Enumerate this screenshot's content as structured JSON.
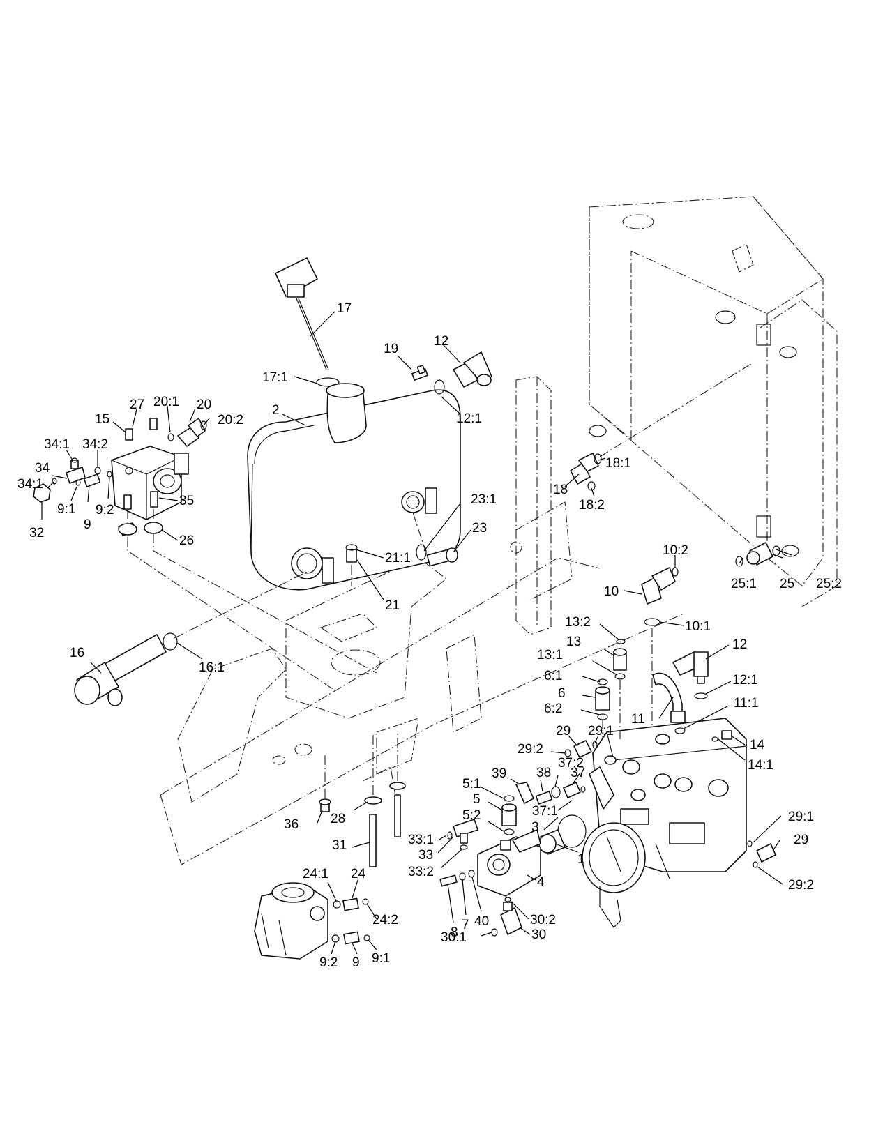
{
  "diagram": {
    "callouts": [
      {
        "id": "c17",
        "text": "17"
      },
      {
        "id": "c19",
        "text": "19"
      },
      {
        "id": "c12a",
        "text": "12"
      },
      {
        "id": "c17_1",
        "text": "17:1"
      },
      {
        "id": "c2",
        "text": "2"
      },
      {
        "id": "c12_1a",
        "text": "12:1"
      },
      {
        "id": "c27",
        "text": "27"
      },
      {
        "id": "c20_1",
        "text": "20:1"
      },
      {
        "id": "c20",
        "text": "20"
      },
      {
        "id": "c20_2",
        "text": "20:2"
      },
      {
        "id": "c15",
        "text": "15"
      },
      {
        "id": "c34_1a",
        "text": "34:1"
      },
      {
        "id": "c34_2",
        "text": "34:2"
      },
      {
        "id": "c34",
        "text": "34"
      },
      {
        "id": "c34_1b",
        "text": "34:1"
      },
      {
        "id": "c9_1a",
        "text": "9:1"
      },
      {
        "id": "c9a",
        "text": "9"
      },
      {
        "id": "c9_2a",
        "text": "9:2"
      },
      {
        "id": "c32",
        "text": "32"
      },
      {
        "id": "c35",
        "text": "35"
      },
      {
        "id": "c26",
        "text": "26"
      },
      {
        "id": "c23_1",
        "text": "23:1"
      },
      {
        "id": "c23",
        "text": "23"
      },
      {
        "id": "c21_1",
        "text": "21:1"
      },
      {
        "id": "c21",
        "text": "21"
      },
      {
        "id": "c18",
        "text": "18"
      },
      {
        "id": "c18_1",
        "text": "18:1"
      },
      {
        "id": "c18_2",
        "text": "18:2"
      },
      {
        "id": "c10_2",
        "text": "10:2"
      },
      {
        "id": "c10",
        "text": "10"
      },
      {
        "id": "c10_1",
        "text": "10:1"
      },
      {
        "id": "c25_1",
        "text": "25:1"
      },
      {
        "id": "c25",
        "text": "25"
      },
      {
        "id": "c25_2",
        "text": "25:2"
      },
      {
        "id": "c16",
        "text": "16"
      },
      {
        "id": "c16_1",
        "text": "16:1"
      },
      {
        "id": "c13_2",
        "text": "13:2"
      },
      {
        "id": "c13",
        "text": "13"
      },
      {
        "id": "c13_1",
        "text": "13:1"
      },
      {
        "id": "c12b",
        "text": "12"
      },
      {
        "id": "c12_1b",
        "text": "12:1"
      },
      {
        "id": "c6_1",
        "text": "6:1"
      },
      {
        "id": "c6",
        "text": "6"
      },
      {
        "id": "c6_2",
        "text": "6:2"
      },
      {
        "id": "c11_1",
        "text": "11:1"
      },
      {
        "id": "c11",
        "text": "11"
      },
      {
        "id": "c29a",
        "text": "29"
      },
      {
        "id": "c29_1a",
        "text": "29:1"
      },
      {
        "id": "c29_2a",
        "text": "29:2"
      },
      {
        "id": "c14",
        "text": "14"
      },
      {
        "id": "c14_1",
        "text": "14:1"
      },
      {
        "id": "c39",
        "text": "39"
      },
      {
        "id": "c38",
        "text": "38"
      },
      {
        "id": "c37_2",
        "text": "37:2"
      },
      {
        "id": "c37",
        "text": "37"
      },
      {
        "id": "c5_1",
        "text": "5:1"
      },
      {
        "id": "c5",
        "text": "5"
      },
      {
        "id": "c5_2",
        "text": "5:2"
      },
      {
        "id": "c37_1",
        "text": "37:1"
      },
      {
        "id": "c3",
        "text": "3"
      },
      {
        "id": "c36",
        "text": "36"
      },
      {
        "id": "c28",
        "text": "28"
      },
      {
        "id": "c31",
        "text": "31"
      },
      {
        "id": "c33_1",
        "text": "33:1"
      },
      {
        "id": "c33",
        "text": "33"
      },
      {
        "id": "c33_2",
        "text": "33:2"
      },
      {
        "id": "c1",
        "text": "1"
      },
      {
        "id": "c29_1b",
        "text": "29:1"
      },
      {
        "id": "c29b",
        "text": "29"
      },
      {
        "id": "c29_2b",
        "text": "29:2"
      },
      {
        "id": "c24_1",
        "text": "24:1"
      },
      {
        "id": "c24",
        "text": "24"
      },
      {
        "id": "c24_2",
        "text": "24:2"
      },
      {
        "id": "c4",
        "text": "4"
      },
      {
        "id": "c8",
        "text": "8"
      },
      {
        "id": "c7",
        "text": "7"
      },
      {
        "id": "c40",
        "text": "40"
      },
      {
        "id": "c30_2",
        "text": "30:2"
      },
      {
        "id": "c30_1",
        "text": "30:1"
      },
      {
        "id": "c30",
        "text": "30"
      },
      {
        "id": "c9_2b",
        "text": "9:2"
      },
      {
        "id": "c9b",
        "text": "9"
      },
      {
        "id": "c9_1b",
        "text": "9:1"
      }
    ]
  }
}
